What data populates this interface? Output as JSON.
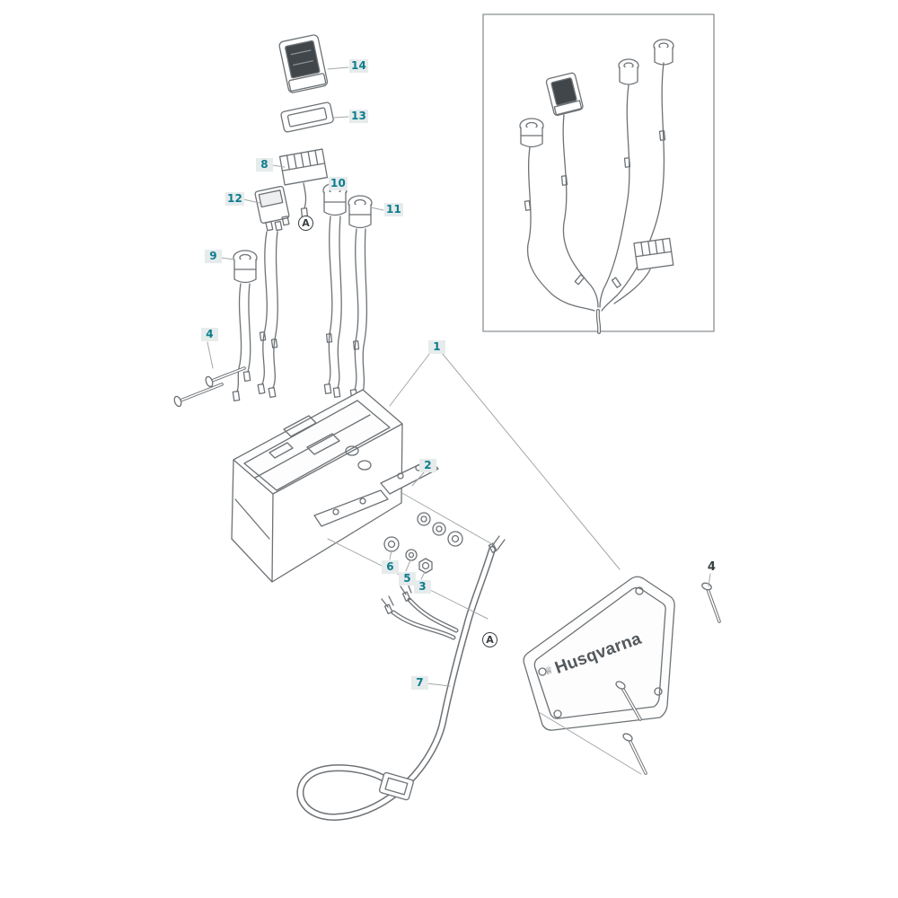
{
  "figure": {
    "type": "exploded-parts-diagram",
    "background": "#ffffff",
    "line_color": "#6d7276",
    "callout_color": "#0e7d8d",
    "callout_bg": "#e6ebec"
  },
  "brand": {
    "logo_text": "Husqvarna",
    "crown_glyph": "♕"
  },
  "callouts": [
    {
      "label": "14"
    },
    {
      "label": "13"
    },
    {
      "label": "8"
    },
    {
      "label": "12"
    },
    {
      "label": "10"
    },
    {
      "label": "11"
    },
    {
      "label": "9"
    },
    {
      "label": "4"
    },
    {
      "label": "1"
    },
    {
      "label": "2"
    },
    {
      "label": "6"
    },
    {
      "label": "5"
    },
    {
      "label": "3"
    },
    {
      "label": "7"
    },
    {
      "label": "4"
    }
  ],
  "detail_markers": [
    {
      "label": "A"
    },
    {
      "label": "A"
    }
  ]
}
